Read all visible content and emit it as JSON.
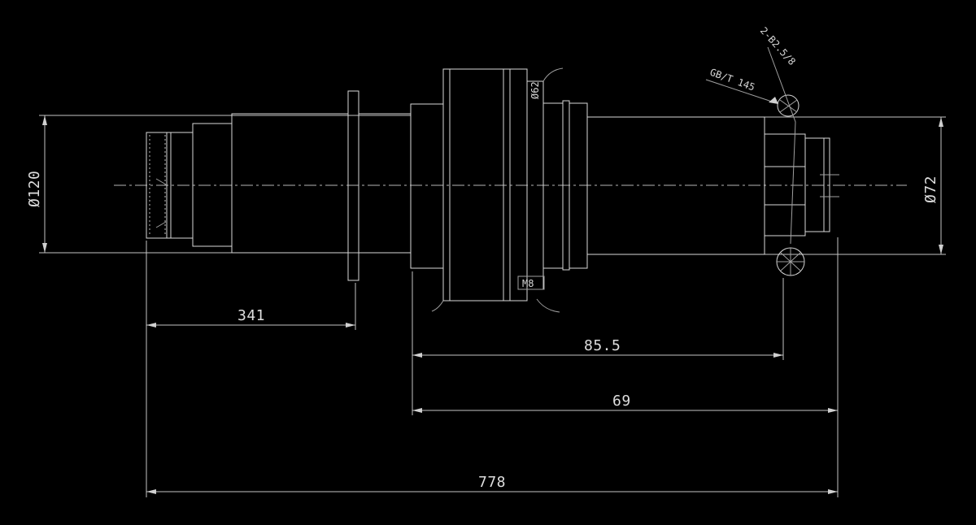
{
  "drawing": {
    "kind": "shaft-engineering-drawing",
    "colors": {
      "background": "#000000",
      "line": "#d8d8d8",
      "dim_line": "#c4c4c4",
      "text": "#dedede"
    },
    "dimensions": {
      "left_diameter": "Ø120",
      "right_diameter": "Ø72",
      "seg_length_1": "341",
      "seg_length_2": "85.5",
      "seg_length_3": "69",
      "total_length": "778"
    },
    "notes": {
      "leader_note_upper": "2-B2.5/8",
      "leader_note_lower": "GB/T 145",
      "hub_diameter_note": "Ø62",
      "thread_note": "M8"
    }
  }
}
